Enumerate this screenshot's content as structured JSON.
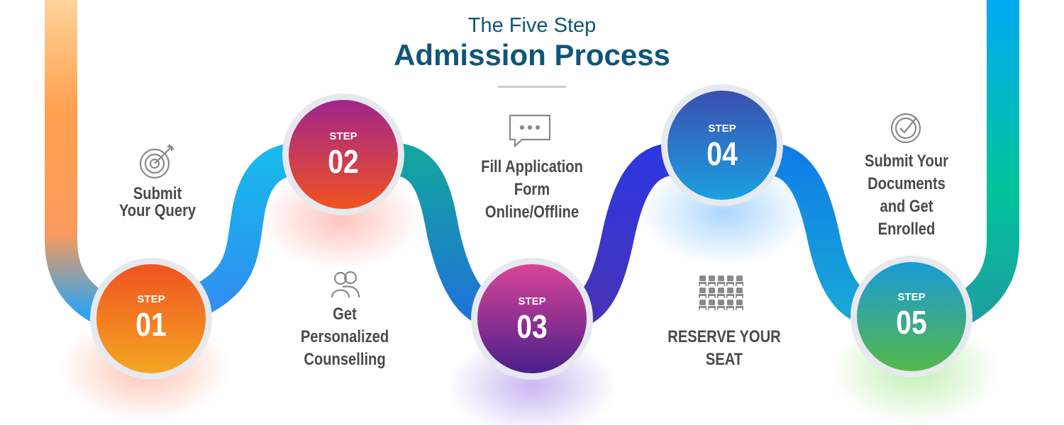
{
  "title": {
    "subtitle": "The Five Step",
    "main": "Admission Process"
  },
  "steps": [
    {
      "word": "STEP",
      "number": "01",
      "label_lines": [
        "Submit",
        "Your Query"
      ],
      "icon": "target-icon"
    },
    {
      "word": "STEP",
      "number": "02",
      "label_lines": [
        "Get",
        "Personalized",
        "Counselling"
      ],
      "icon": "people-icon"
    },
    {
      "word": "STEP",
      "number": "03",
      "label_lines": [
        "Fill Application",
        "Form",
        "Online/Offline"
      ],
      "icon": "chat-bubble-icon"
    },
    {
      "word": "STEP",
      "number": "04",
      "label_lines": [
        "RESERVE YOUR",
        "SEAT"
      ],
      "icon": "seats-icon"
    },
    {
      "word": "STEP",
      "number": "05",
      "label_lines": [
        "Submit Your",
        "Documents",
        "and Get",
        "Enrolled"
      ],
      "icon": "check-circle-icon"
    }
  ],
  "colors": {
    "title": "#0f5678",
    "label": "#4a4a4a",
    "step01": [
      "#f0531f",
      "#f5a623"
    ],
    "step02": [
      "#a0258c",
      "#f0531f"
    ],
    "step03": [
      "#d94496",
      "#4a1f8c"
    ],
    "step04": [
      "#3b4fb0",
      "#1aa0e0"
    ],
    "step05": [
      "#1a9ad6",
      "#55b84a"
    ]
  }
}
